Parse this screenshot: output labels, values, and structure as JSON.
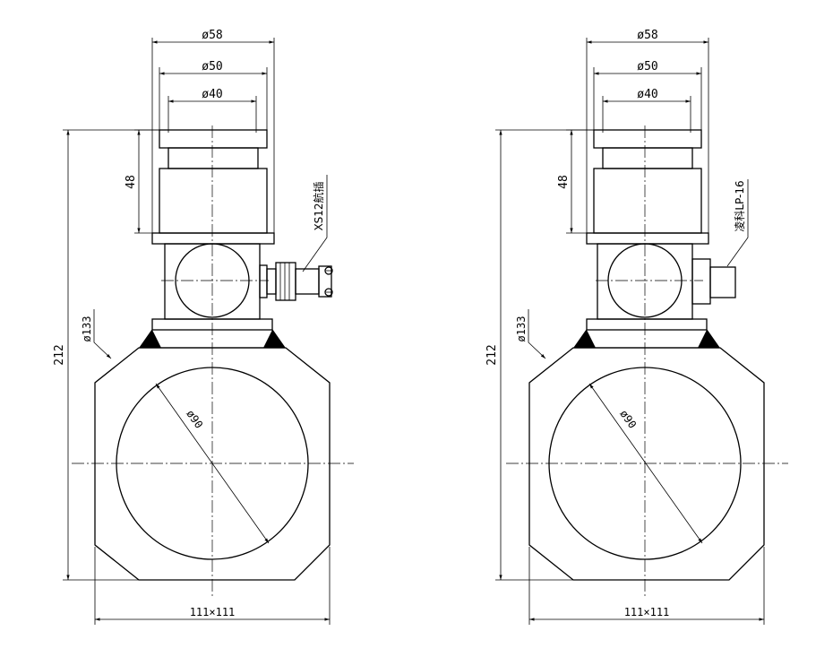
{
  "views": [
    {
      "id": "left",
      "dims": {
        "d58": "ø58",
        "d50": "ø50",
        "d40": "ø40",
        "h48": "48",
        "h212": "212",
        "d133": "ø133",
        "d90": "ø90",
        "w111": "111×111"
      },
      "connector_label": "XS12航插"
    },
    {
      "id": "right",
      "dims": {
        "d58": "ø58",
        "d50": "ø50",
        "d40": "ø40",
        "h48": "48",
        "h212": "212",
        "d133": "ø133",
        "d90": "ø90",
        "w111": "111×111"
      },
      "connector_label": "凌科LP-16"
    }
  ]
}
